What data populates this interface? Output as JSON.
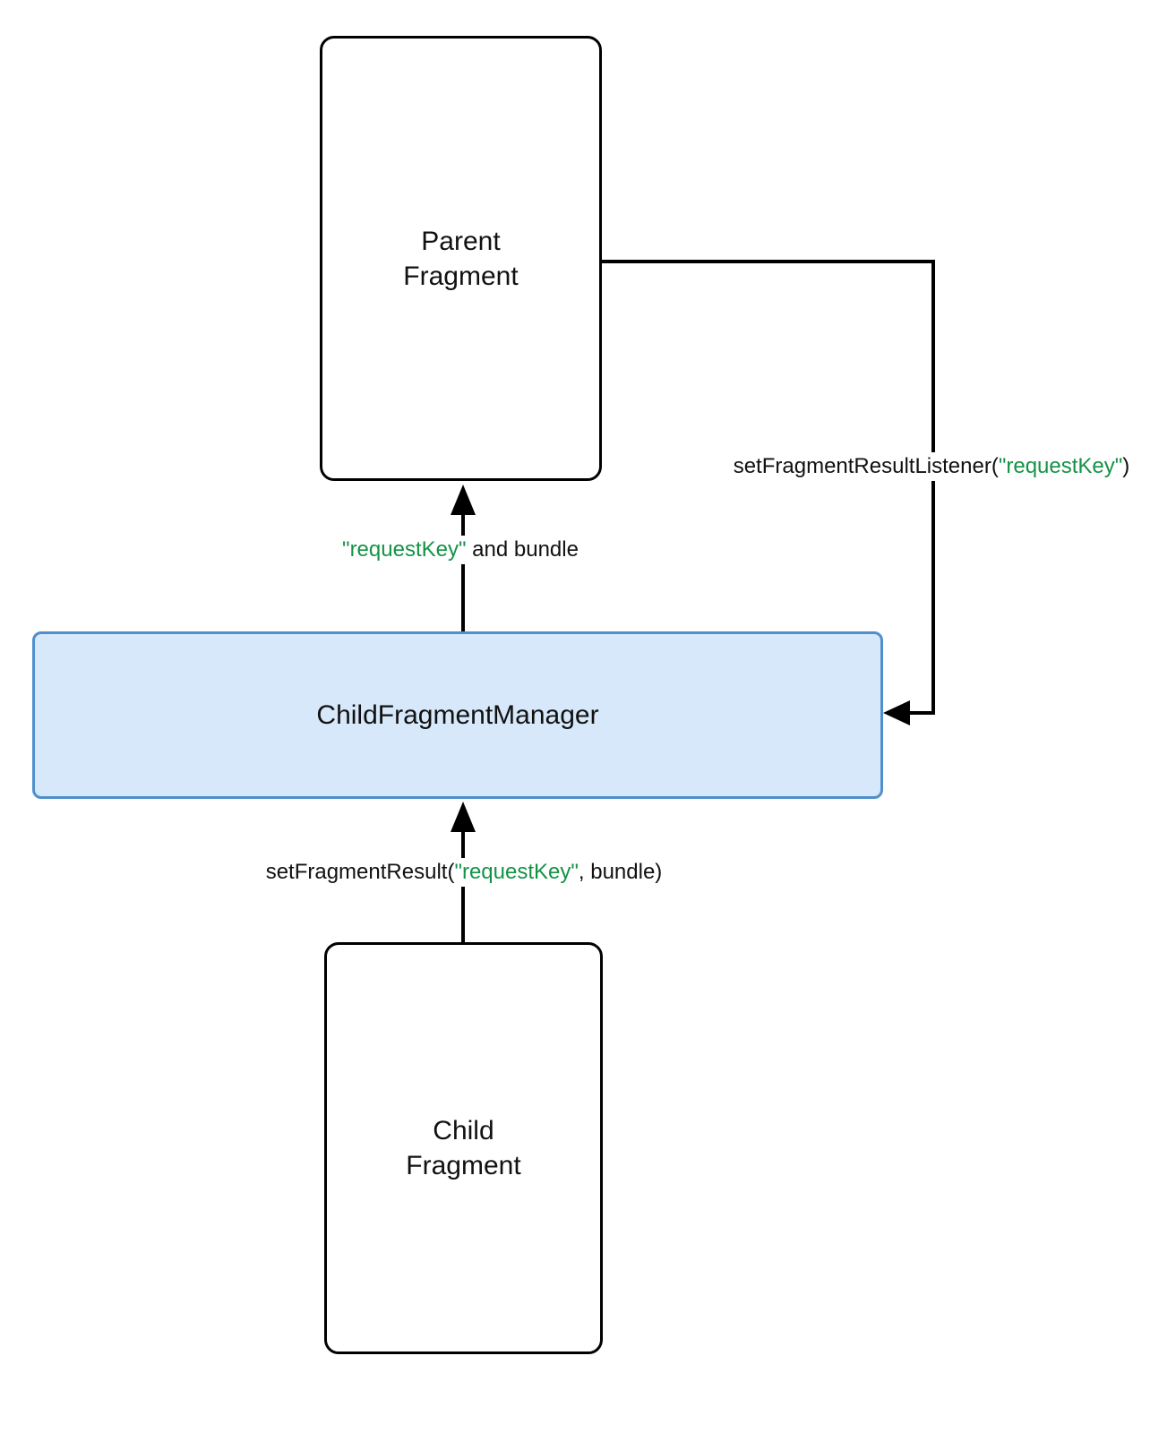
{
  "colors": {
    "canvas_bg": "#ffffff",
    "line": "#000000",
    "text": "#111111",
    "green": "#149346",
    "node_border": "#000000",
    "cfm_fill": "#d6e8fa",
    "cfm_border": "#4f8fcc"
  },
  "nodes": {
    "parent_fragment": {
      "label": "Parent\nFragment"
    },
    "child_fragment_manager": {
      "label": "ChildFragmentManager"
    },
    "child_fragment": {
      "label": "Child\nFragment"
    }
  },
  "edges": {
    "set_listener": {
      "description": "Parent Fragment registers a listener on ChildFragmentManager",
      "parts": {
        "pre": "setFragmentResultListener(",
        "key": "\"requestKey\"",
        "post": ")"
      }
    },
    "deliver_result": {
      "description": "ChildFragmentManager delivers result to Parent Fragment",
      "parts": {
        "key": "\"requestKey\"",
        "post": " and bundle"
      }
    },
    "set_result": {
      "description": "Child Fragment sets result on ChildFragmentManager",
      "parts": {
        "pre": "setFragmentResult(",
        "key": "\"requestKey\"",
        "post": ", bundle)"
      }
    }
  }
}
